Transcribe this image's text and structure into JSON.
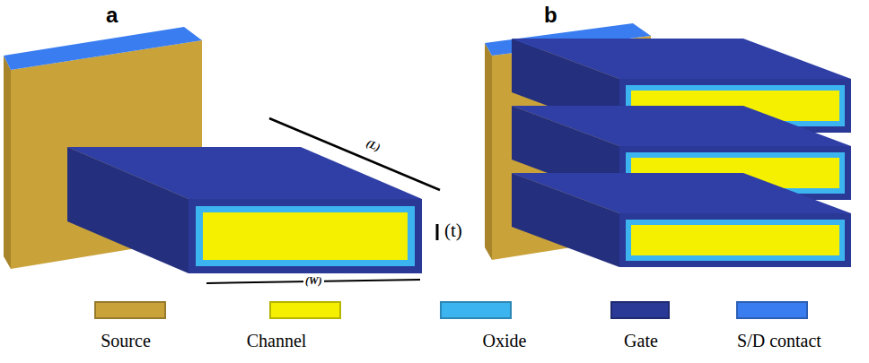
{
  "diagram": {
    "labels": [
      "a",
      "b",
      "(L)",
      "(t)",
      "(W)"
    ],
    "legend": [
      {
        "text": "Source",
        "color": "#c9a23a"
      },
      {
        "text": "Channel",
        "color": "#f4f000"
      },
      {
        "text": "Oxide",
        "color": "#3cb4f0"
      },
      {
        "text": "Gate",
        "color": "#2a3896"
      },
      {
        "text": "S/D contact",
        "color": "#3a7df0"
      }
    ]
  }
}
